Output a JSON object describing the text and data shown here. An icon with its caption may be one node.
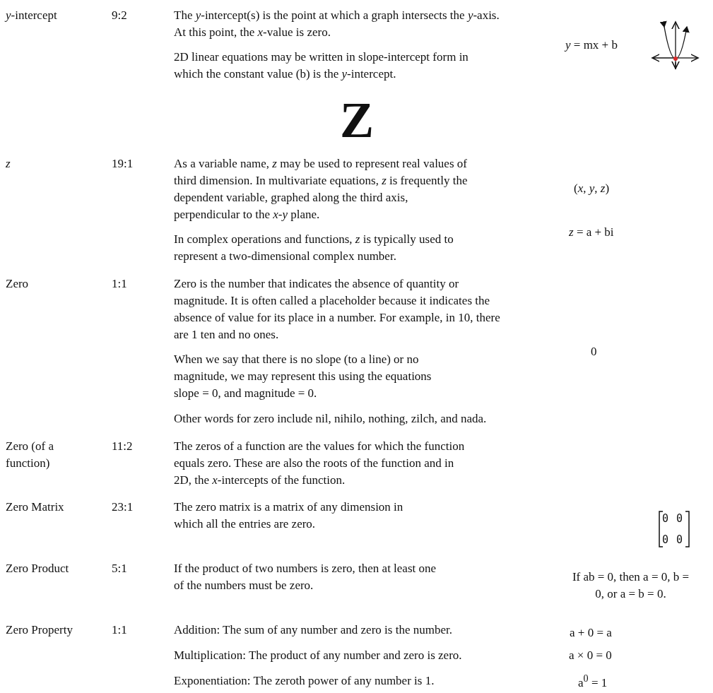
{
  "diagram": {
    "title": "Z",
    "labels": [
      "*y*-intercept",
      "9:2",
      "The *y*-intercept(s) is the point at which a graph intersects the *y*-axis. At this point, the *x*-value is zero.",
      "2D linear equations may be written in slope-intercept form in which the constant value (b) is the *y*-intercept.",
      "*y* = mx + b",
      "*z*",
      "19:1",
      "As a variable name, *z* may be used to represent real values of third dimension. In multivariate equations, *z* is frequently the dependent variable, graphed along the third axis, perpendicular to the *x*-*y* plane.",
      "(*x*, *y*, *z*)",
      "In complex operations and functions, *z* is typically used to represent a two-dimensional complex number.",
      "*z* = a + bi",
      "Zero",
      "1:1",
      "Zero is the number that indicates the absence of quantity or magnitude. It is often called a placeholder because it indicates the absence of value for its place in a number. For example, in 10, there are 1 ten and no ones.",
      "When we say that there is no slope (to a line) or no magnitude, we may represent this using the equations slope = 0, and magnitude = 0.",
      "0",
      "Other words for zero include nil, nihilo, nothing, zilch, and nada.",
      "Zero (of a function)",
      "11:2",
      "The zeros of a function are the values for which the function equals zero. These are also the roots of the function and in 2D, the *x*-intercepts of the function.",
      "Zero Matrix",
      "23:1",
      "The zero matrix is a matrix of any dimension in which all the entries are zero.",
      "0",
      "0",
      "0",
      "0",
      "Zero Product",
      "5:1",
      "If the product of two numbers is zero, then at least one of the numbers must be zero.",
      "If ab = 0, then a = 0, b = 0, or a = b = 0.",
      "Zero Property",
      "1:1",
      "Addition: The sum of any number and zero is the number.",
      "a + 0 = a",
      "Multiplication: The product of any number and zero is zero.",
      "a × 0 = 0",
      "Exponentiation: The zeroth power of any number is 1.",
      "a$^{0}$ = 1"
    ]
  }
}
